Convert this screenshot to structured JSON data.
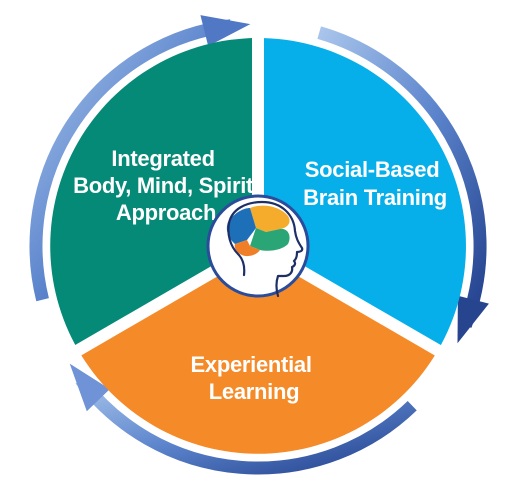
{
  "diagram": {
    "segments": [
      {
        "id": "body-mind-spirit",
        "lines": [
          "Integrated",
          "Body, Mind, Spirit",
          "Approach"
        ],
        "color": "#058a78"
      },
      {
        "id": "social-brain",
        "lines": [
          "Social-Based",
          "Brain Training"
        ],
        "color": "#06aeea"
      },
      {
        "id": "experiential",
        "lines": [
          "Experiential",
          "Learning"
        ],
        "color": "#f58a28"
      }
    ],
    "center_icon": "brain-head-profile-icon",
    "cycle_arrow_color": "#3d66b4",
    "brain_colors": [
      "#f5ab2c",
      "#1d70b8",
      "#2aa575",
      "#f07e26"
    ]
  }
}
